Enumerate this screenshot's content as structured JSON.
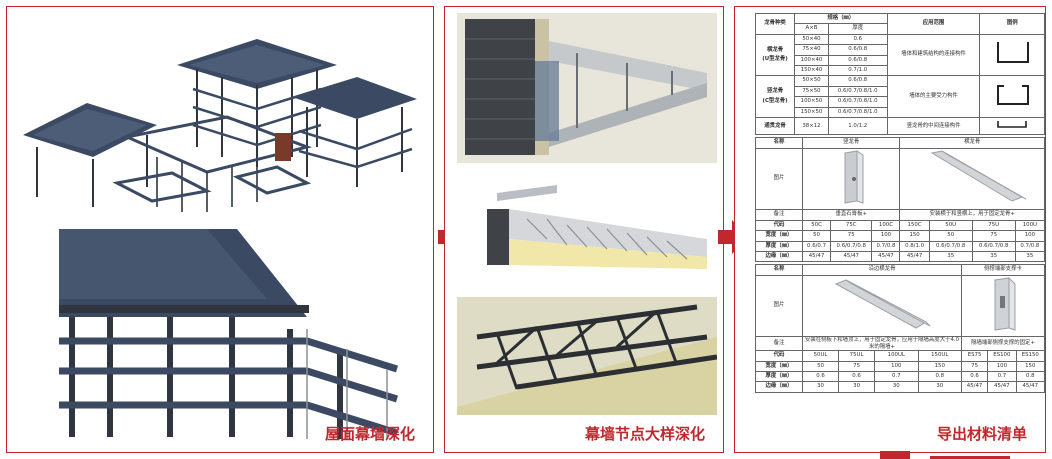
{
  "panels": {
    "roof": {
      "caption": "屋面幕墙深化"
    },
    "node": {
      "caption": "幕墙节点大样深化"
    },
    "materials": {
      "caption": "导出材料清单"
    }
  },
  "colors": {
    "accent": "#c0282d",
    "roof": "#3b4a62",
    "frame": "#2f3640",
    "glass": "#b8bcc2"
  },
  "icons": [
    "arrow-right-icon",
    "arrow-right-icon"
  ],
  "keel_table": {
    "headers": {
      "type": "龙骨种类",
      "spec": "规格（㎜）",
      "axb": "A×B",
      "thickness": "厚度",
      "usage": "应用范围",
      "diagram": "图例"
    },
    "groups": [
      {
        "name": "横龙骨",
        "sub": "(U型龙骨)",
        "usage": "墙体和建筑结构的连接构件",
        "rows": [
          [
            "50×40",
            "0.6"
          ],
          [
            "75×40",
            "0.6/0.8"
          ],
          [
            "100×40",
            "0.6/0.8"
          ],
          [
            "150×40",
            "0.7/1.0"
          ]
        ]
      },
      {
        "name": "竖龙骨",
        "sub": "(C型龙骨)",
        "usage": "墙体的主要受力构件",
        "rows": [
          [
            "50×50",
            "0.6/0.8"
          ],
          [
            "75×50",
            "0.6/0.7/0.8/1.0"
          ],
          [
            "100×50",
            "0.6/0.7/0.8/1.0"
          ],
          [
            "150×50",
            "0.6/0.7/0.8/1.0"
          ]
        ]
      },
      {
        "name": "通贯龙骨",
        "sub": "",
        "usage": "竖龙骨的中间连接构件",
        "rows": [
          [
            "38×12",
            "1.0/1.2"
          ]
        ]
      }
    ]
  },
  "section1": {
    "name_label": "名称",
    "col1_name": "竖龙骨",
    "col2_name": "横龙骨",
    "pic_label": "图片",
    "usage_label": "备注",
    "usage1": "垂直石膏板+",
    "usage2": "安装横于和竖横上，用于固定龙骨+",
    "code_label": "代码",
    "width_label": "宽度（㎜）",
    "thk_label": "厚度（㎜）",
    "edge_label": "边缘（㎜）",
    "codes": [
      "50C",
      "75C",
      "100C",
      "150C",
      "50U",
      "75U",
      "100U"
    ],
    "widths": [
      "50",
      "75",
      "100",
      "150",
      "50",
      "75",
      "100"
    ],
    "thk": [
      "0.6/0.7",
      "0.6/0.7/0.8",
      "0.7/0.8",
      "0.8/1.0",
      "0.6/0.7/0.8",
      "0.6/0.7/0.8",
      "0.7/0.8"
    ],
    "edges": [
      "45/47",
      "45/47",
      "45/47",
      "45/47",
      "35",
      "35",
      "35"
    ]
  },
  "section2": {
    "name_label": "名称",
    "col1_name": "沿边横龙骨",
    "col2_name": "侧撑端部支撑卡",
    "pic_label": "图片",
    "usage_label": "备注",
    "usage1": "安装在侧板下和墙顶上，用于固定龙骨，应用于隔墙高度大于4.0米的隔墙+",
    "usage2": "隔墙端部侧撑支撑的固定+",
    "code_label": "代码",
    "width_label": "宽度（㎜）",
    "thk_label": "厚度（㎜）",
    "edge_label": "边缘（㎜）",
    "codes": [
      "50UL",
      "75UL",
      "100UL",
      "150UL",
      "ES75",
      "ES100",
      "ES150"
    ],
    "widths": [
      "50",
      "75",
      "100",
      "150",
      "75",
      "100",
      "150"
    ],
    "thk": [
      "0.6",
      "0.6",
      "0.7",
      "0.8",
      "0.6",
      "0.7",
      "0.8"
    ],
    "edges": [
      "30",
      "30",
      "30",
      "30",
      "45/47",
      "45/47",
      "45/47"
    ]
  }
}
